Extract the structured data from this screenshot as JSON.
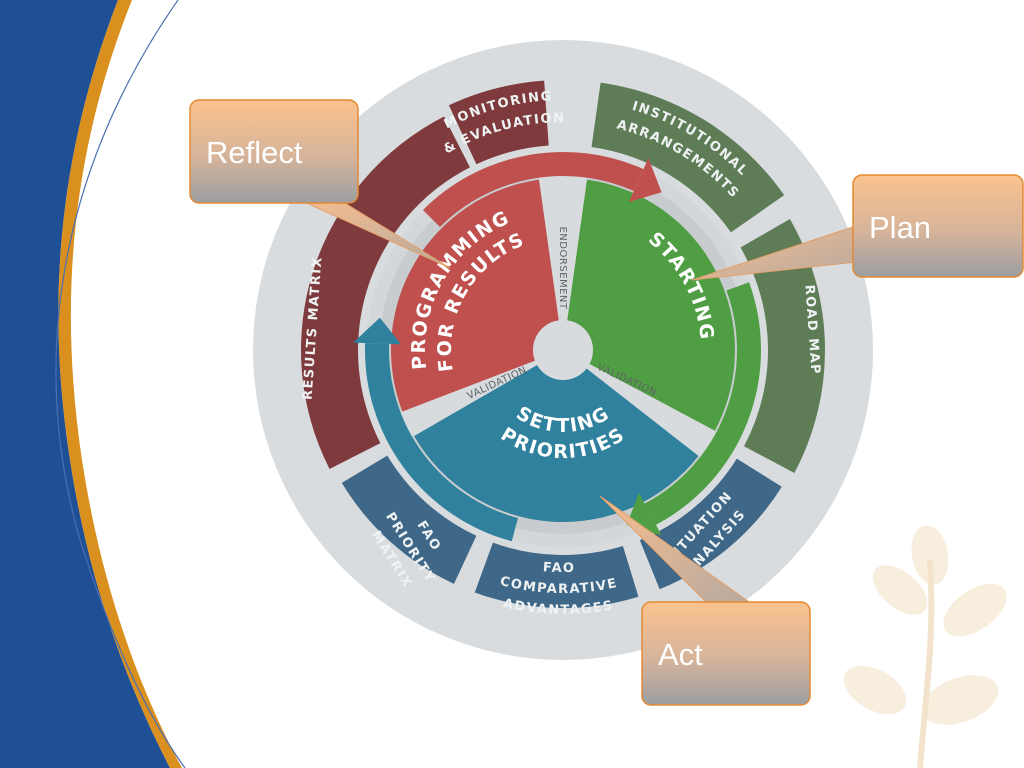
{
  "outer_segments": {
    "monitoring": [
      "MONITORING",
      "& EVALUATION"
    ],
    "institutional": [
      "INSTITUTIONAL",
      "ARRANGEMENTS"
    ],
    "road_map": [
      "ROAD MAP"
    ],
    "results_matrix": [
      "RESULTS MATRIX"
    ],
    "fao_priority": [
      "FAO",
      "PRIORITY",
      "MATRIX"
    ],
    "fao_comparative": [
      "FAO",
      "COMPARATIVE",
      "ADVANTAGES"
    ],
    "situation": [
      "SITUATION",
      "ANALYSIS"
    ]
  },
  "core": {
    "programming": [
      "PROGRAMMING",
      "FOR RESULTS"
    ],
    "starting": [
      "STARTING"
    ],
    "setting": [
      "SETTING",
      "PRIORITIES"
    ]
  },
  "small_labels": {
    "endorsement": "ENDORSEMENT",
    "validation_left": "VALIDATION",
    "validation_right": "VALIDATION"
  },
  "callouts": {
    "reflect": "Reflect",
    "plan": "Plan",
    "act": "Act"
  },
  "colors": {
    "slide_blue": "#1f4f95",
    "slide_gold": "#d9901f",
    "ring_gray": "#d9dcde",
    "red_outer": "#7e3a3c",
    "red_core": "#c0504d",
    "green_outer": "#5e7d57",
    "green_core": "#4f9e43",
    "blue_outer": "#3f6788",
    "teal_core": "#2f819d",
    "callout_top": "#fbc28e",
    "callout_bottom": "#9c9ea2",
    "callout_border": "#e38a33"
  }
}
